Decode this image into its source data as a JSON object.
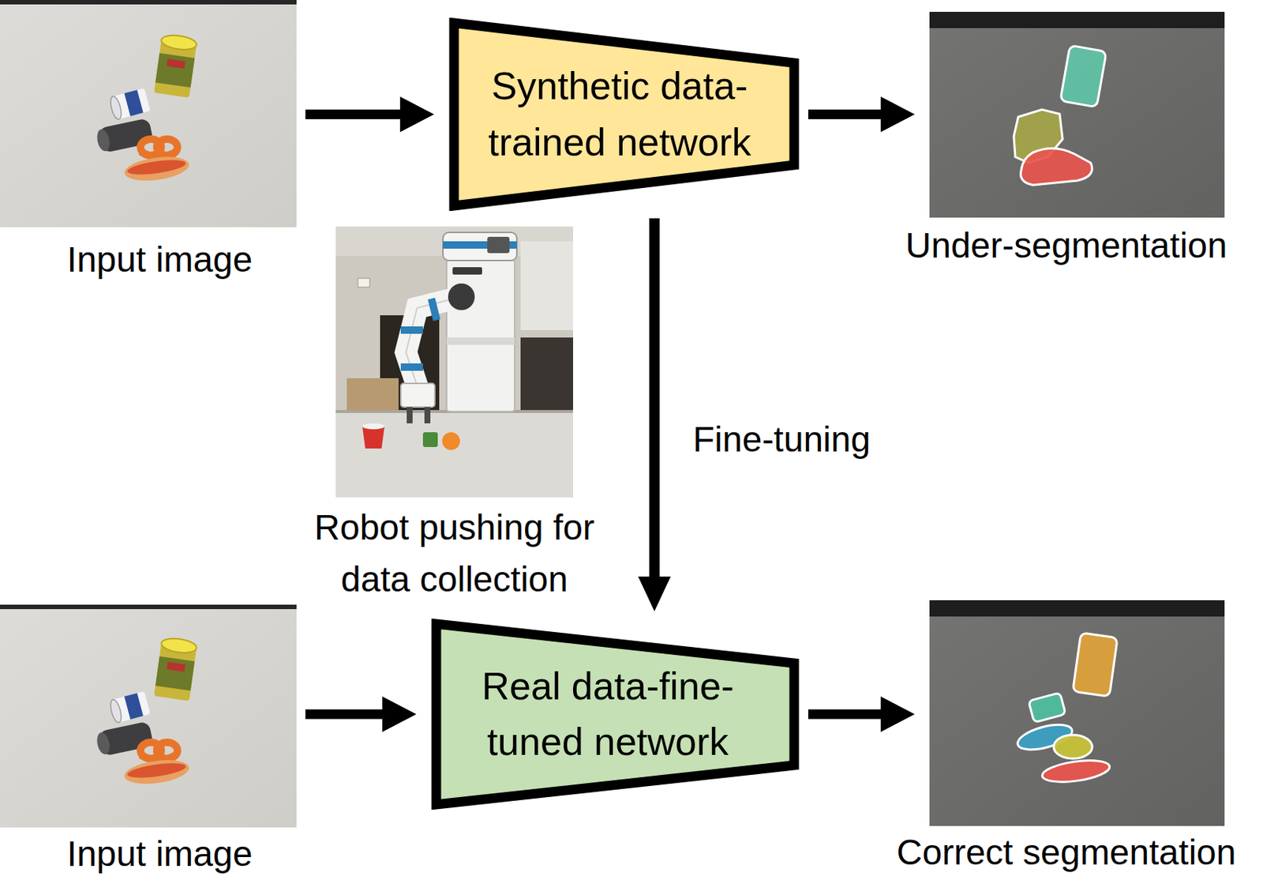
{
  "diagram": {
    "nodes": [
      {
        "text": [
          "Input image"
        ]
      },
      {
        "text": [
          "Synthetic data-trained network"
        ]
      },
      {
        "text": [
          "Under-segmentation"
        ]
      },
      {
        "text": [
          "Robot pushing for data collection"
        ]
      },
      {
        "text": [
          "Input image"
        ]
      },
      {
        "text": [
          "Real data-fine-tuned network"
        ]
      },
      {
        "text": [
          "Correct segmentation"
        ]
      }
    ],
    "edges": [
      {
        "from": 0,
        "to": 1,
        "arrow": "to"
      },
      {
        "from": 1,
        "to": 2,
        "arrow": "to"
      },
      {
        "from": 1,
        "to": 5,
        "label": "Fine-tuning",
        "arrow": "to"
      },
      {
        "from": 4,
        "to": 5,
        "arrow": "to"
      },
      {
        "from": 5,
        "to": 6,
        "arrow": "to"
      }
    ]
  }
}
